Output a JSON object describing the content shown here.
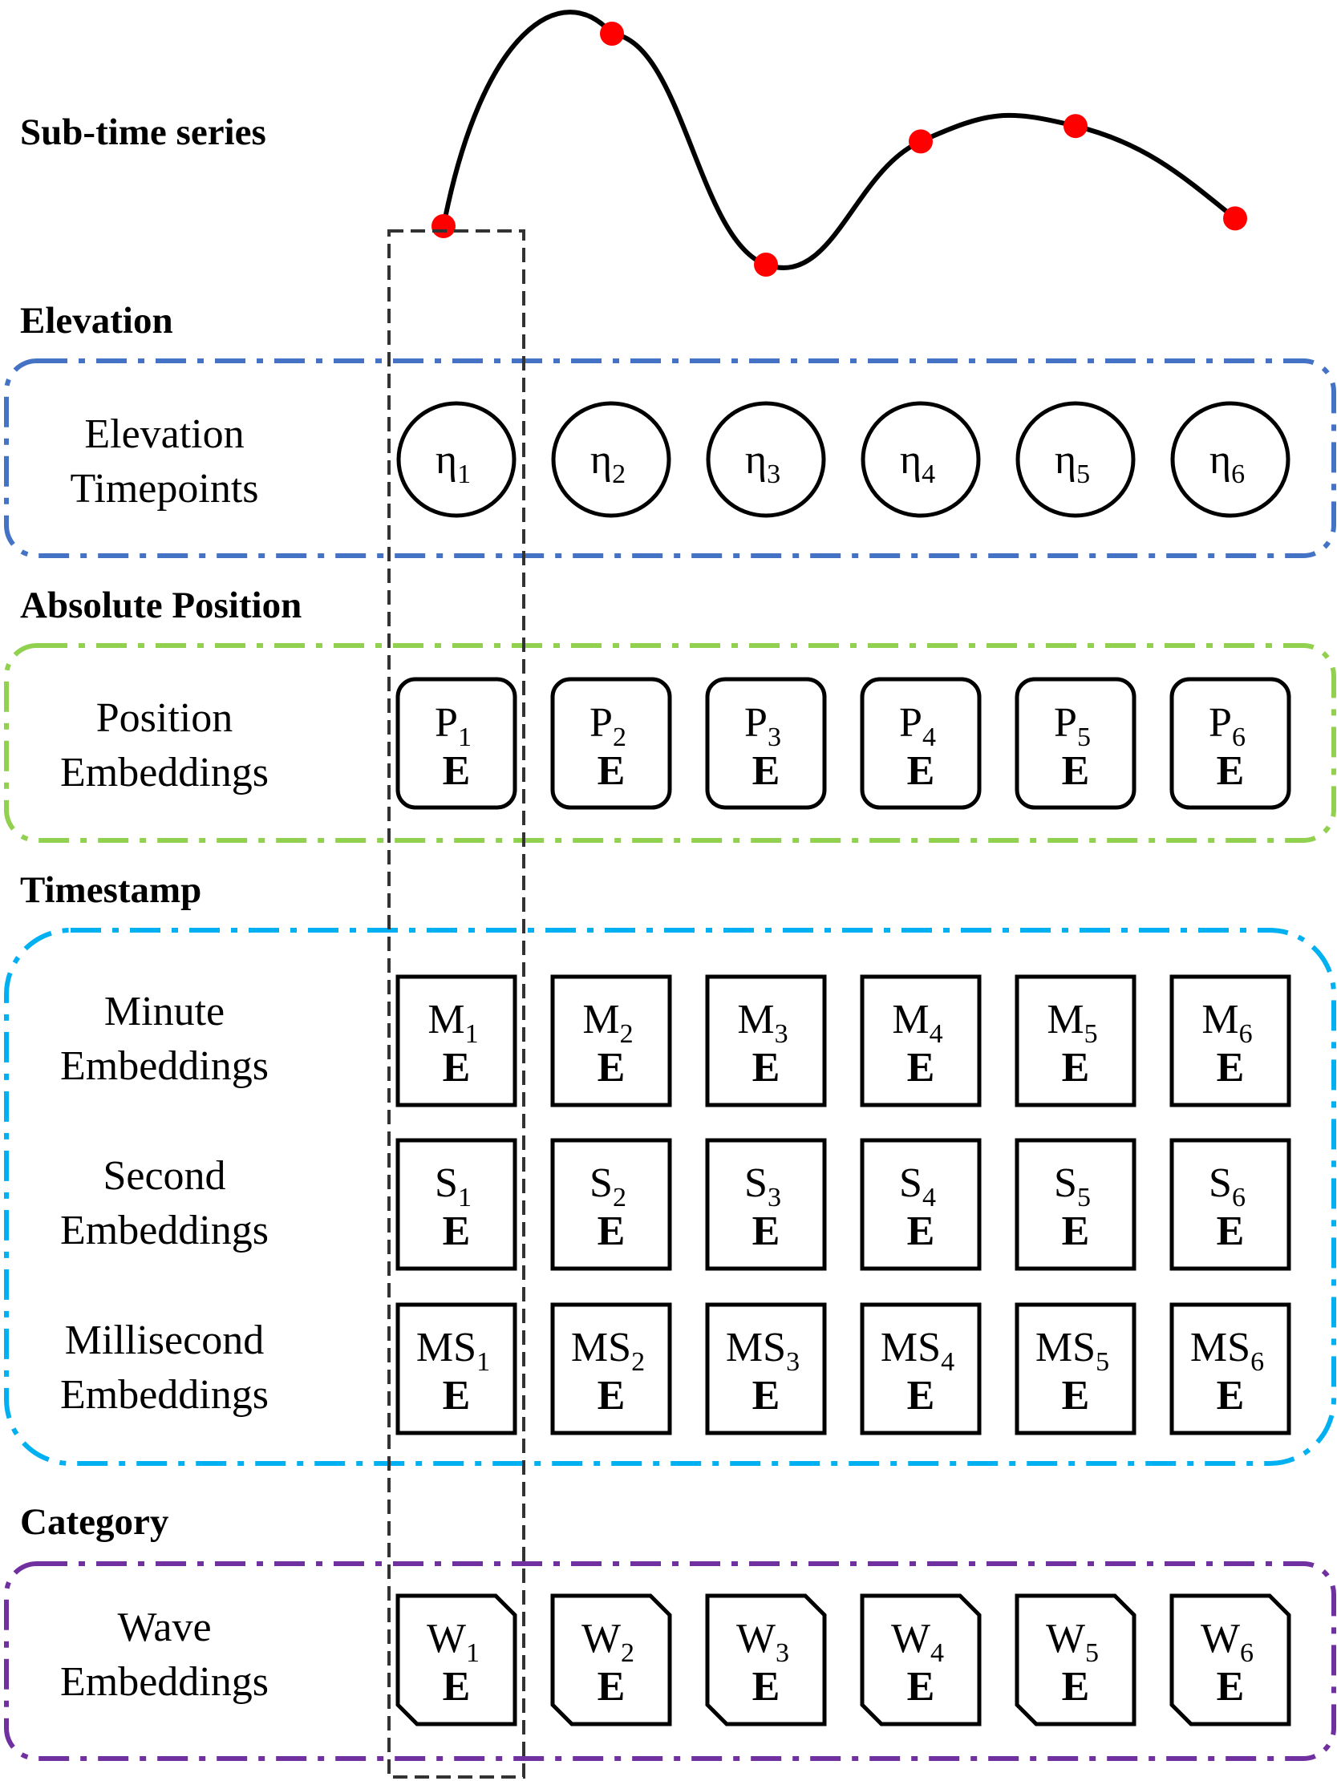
{
  "titles": {
    "subseries": "Sub-time series",
    "elevation": "Elevation",
    "absolute_position": "Absolute Position",
    "timestamp": "Timestamp",
    "category": "Category"
  },
  "rows": {
    "elevation": {
      "line1": "Elevation",
      "line2": "Timepoints",
      "symbol": "η"
    },
    "position": {
      "line1": "Position",
      "line2": "Embeddings",
      "symbol": "P",
      "bold": "E"
    },
    "minute": {
      "line1": "Minute",
      "line2": "Embeddings",
      "symbol": "M",
      "bold": "E"
    },
    "second": {
      "line1": "Second",
      "line2": "Embeddings",
      "symbol": "S",
      "bold": "E"
    },
    "millisecond": {
      "line1": "Millisecond",
      "line2": "Embeddings",
      "symbol": "MS",
      "bold": "E"
    },
    "wave": {
      "line1": "Wave",
      "line2": "Embeddings",
      "symbol": "W",
      "bold": "E"
    }
  },
  "indices": [
    "1",
    "2",
    "3",
    "4",
    "5",
    "6"
  ],
  "series_values": [
    1,
    6,
    0,
    3.2,
    3.6,
    1.2
  ],
  "colors": {
    "elevation_group": "#4472C4",
    "position_group": "#92D050",
    "timestamp_group": "#00B0F0",
    "category_group": "#7030A0",
    "highlight": "#333333",
    "series_line": "#000000",
    "series_point": "#FF0000"
  }
}
